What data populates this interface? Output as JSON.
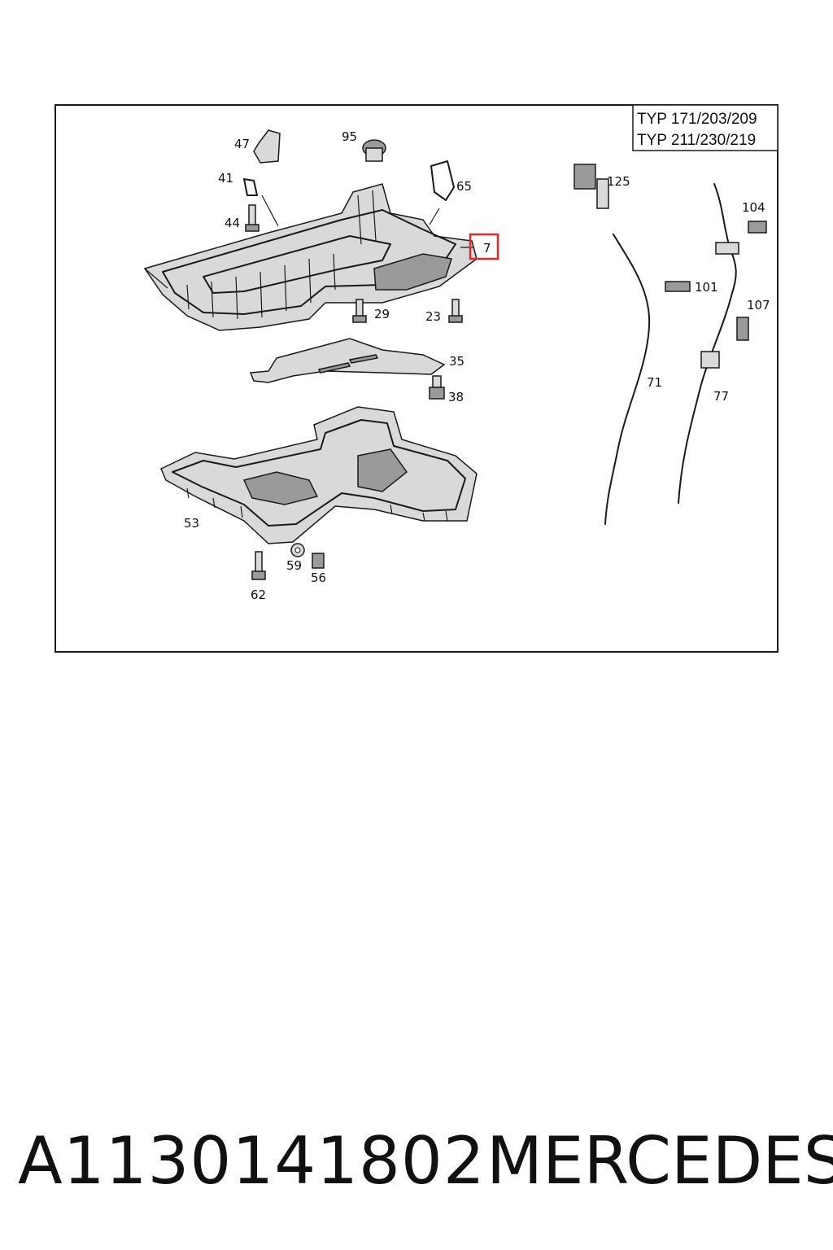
{
  "diagram": {
    "type_labels": [
      "TYP 171/203/209",
      "TYP 211/230/219"
    ],
    "highlight_color": "#e0282e",
    "callouts": {
      "c47": "47",
      "c95": "95",
      "c41": "41",
      "c65": "65",
      "c44": "44",
      "c7": "7",
      "c29": "29",
      "c23": "23",
      "c35": "35",
      "c38": "38",
      "c53": "53",
      "c59": "59",
      "c56": "56",
      "c62": "62",
      "c125": "125",
      "c104": "104",
      "c101": "101",
      "c107": "107",
      "c71": "71",
      "c77": "77"
    }
  },
  "footer": {
    "part_number": "A1130141802",
    "brand": "MERCEDES"
  }
}
